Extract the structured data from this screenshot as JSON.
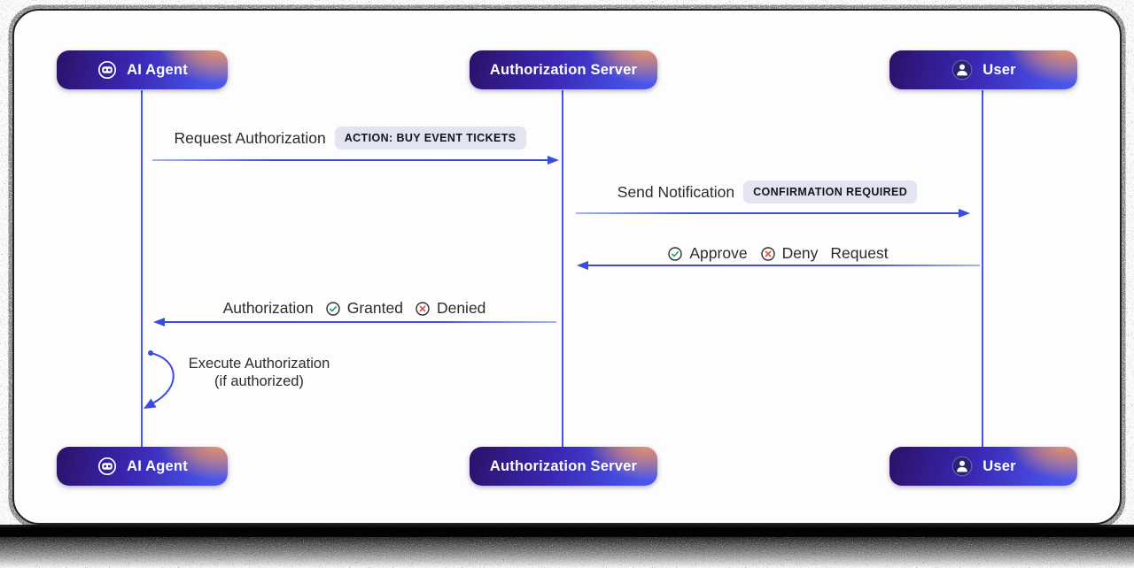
{
  "actors": {
    "ai_agent": {
      "label": "AI Agent",
      "icon": "robot-icon"
    },
    "auth_server": {
      "label": "Authorization Server"
    },
    "user": {
      "label": "User",
      "icon": "user-icon"
    }
  },
  "messages": {
    "request_authorization": {
      "label": "Request Authorization",
      "badge": "ACTION: BUY EVENT TICKETS",
      "from": "AI Agent",
      "to": "Authorization Server"
    },
    "send_notification": {
      "label": "Send Notification",
      "badge": "CONFIRMATION REQUIRED",
      "from": "Authorization Server",
      "to": "User"
    },
    "approve_deny": {
      "approve": "Approve",
      "deny": "Deny",
      "request": "Request",
      "approve_icon": "check-circle-icon",
      "deny_icon": "x-circle-icon",
      "from": "User",
      "to": "Authorization Server"
    },
    "authorization_result": {
      "label": "Authorization",
      "granted": "Granted",
      "denied": "Denied",
      "granted_icon": "check-circle-icon",
      "denied_icon": "x-circle-icon",
      "from": "Authorization Server",
      "to": "AI Agent"
    },
    "execute_authorization": {
      "line1": "Execute Authorization",
      "line2": "(if authorized)",
      "from": "AI Agent",
      "to": "AI Agent"
    }
  },
  "colors": {
    "arrow_blue": "#3a4be2",
    "lifeline_blue": "#4656e6",
    "badge_gradient_dark": "#2b1168",
    "badge_gradient_blue": "#4c5aee",
    "badge_glow_orange": "#f09860",
    "pill_background": "#e3e4f1",
    "approve_green": "#28a05c",
    "deny_red": "#e04848",
    "text_dark": "#2b2b31",
    "card_border": "#232327"
  }
}
